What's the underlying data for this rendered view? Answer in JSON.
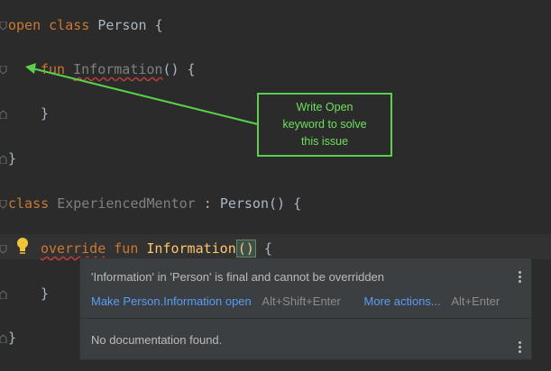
{
  "editor": {
    "lines": {
      "l1_kw1": "open",
      "l1_kw2": "class",
      "l1_name": "Person",
      "l1_brace": "{",
      "l2_kw": "fun",
      "l2_name": "Information",
      "l2_rest": "() {",
      "l3_brace": "}",
      "l4_brace": "}",
      "l5_kw": "class",
      "l5_name": "ExperiencedMentor",
      "l5_colon": " : ",
      "l5_parent": "Person",
      "l5_rest": "() {",
      "l6_kw1": "override",
      "l6_kw2": "fun",
      "l6_name": "Information",
      "l6_paren": "()",
      "l6_brace": "{",
      "l7_brace": "}",
      "l8_brace": "}"
    }
  },
  "callout": {
    "line1": "Write Open",
    "line2": "keyword to solve",
    "line3": "this issue"
  },
  "popup": {
    "message": "'Information' in 'Person' is final and cannot be overridden",
    "fix_label": "Make Person.Information open",
    "fix_shortcut": "Alt+Shift+Enter",
    "more_label": "More actions...",
    "more_shortcut": "Alt+Enter",
    "doc_text": "No documentation found."
  },
  "colors": {
    "background": "#2b2b2b",
    "keyword": "#cc7832",
    "callout": "#5ad14a",
    "link": "#589df6"
  }
}
